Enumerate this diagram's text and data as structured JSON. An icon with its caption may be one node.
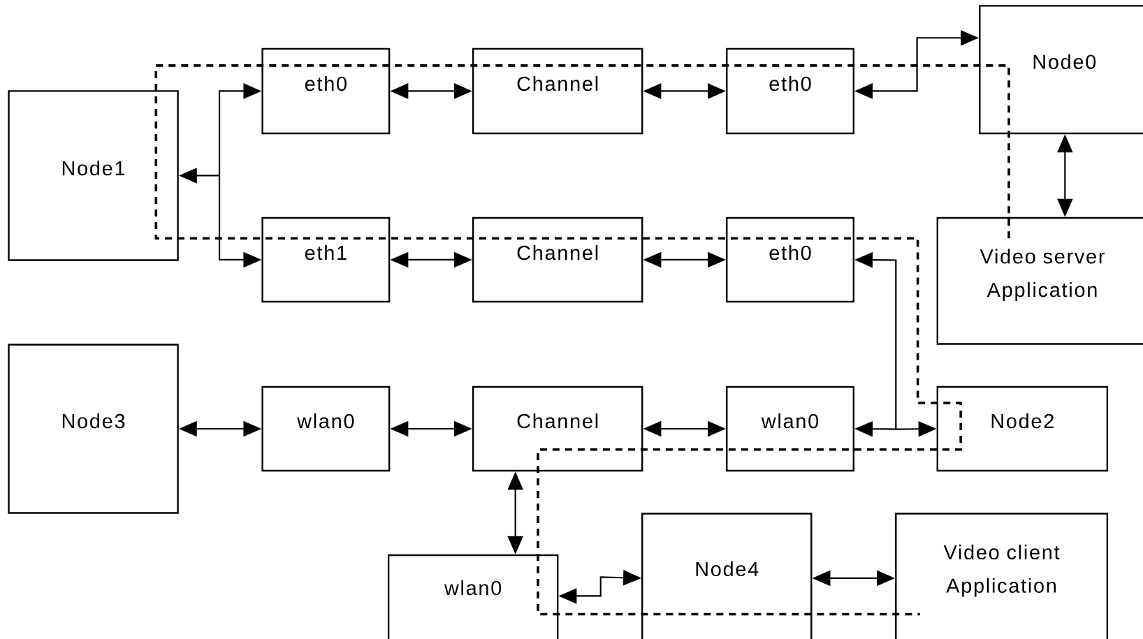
{
  "diagram": {
    "nodes": [
      {
        "text": [
          "Node1"
        ]
      },
      {
        "text": [
          "eth0"
        ]
      },
      {
        "text": [
          "Channel"
        ]
      },
      {
        "text": [
          "eth0"
        ]
      },
      {
        "text": [
          "Node0"
        ]
      },
      {
        "text": [
          "eth1"
        ]
      },
      {
        "text": [
          "Channel"
        ]
      },
      {
        "text": [
          "eth0"
        ]
      },
      {
        "text": [
          "Video server Application"
        ]
      },
      {
        "text": [
          "Node3"
        ]
      },
      {
        "text": [
          "wlan0"
        ]
      },
      {
        "text": [
          "Channel"
        ]
      },
      {
        "text": [
          "wlan0"
        ]
      },
      {
        "text": [
          "Node2"
        ]
      },
      {
        "text": [
          "wlan0"
        ]
      },
      {
        "text": [
          "Node4"
        ]
      },
      {
        "text": [
          "Video client Application"
        ]
      }
    ],
    "edges": [
      {
        "from": 0,
        "to": 1,
        "arrow": "both"
      },
      {
        "from": 0,
        "to": 5,
        "arrow": "both"
      },
      {
        "from": 1,
        "to": 2,
        "arrow": "both"
      },
      {
        "from": 2,
        "to": 3,
        "arrow": "both"
      },
      {
        "from": 3,
        "to": 4,
        "arrow": "both"
      },
      {
        "from": 4,
        "to": 8,
        "arrow": "both"
      },
      {
        "from": 5,
        "to": 6,
        "arrow": "both"
      },
      {
        "from": 6,
        "to": 7,
        "arrow": "both"
      },
      {
        "from": 7,
        "to": 13,
        "arrow": "both"
      },
      {
        "from": 9,
        "to": 10,
        "arrow": "both"
      },
      {
        "from": 10,
        "to": 11,
        "arrow": "both"
      },
      {
        "from": 11,
        "to": 12,
        "arrow": "both"
      },
      {
        "from": 12,
        "to": 13,
        "arrow": "both"
      },
      {
        "from": 11,
        "to": 14,
        "arrow": "both"
      },
      {
        "from": 14,
        "to": 15,
        "arrow": "both"
      },
      {
        "from": 15,
        "to": 16,
        "arrow": "both"
      }
    ]
  }
}
